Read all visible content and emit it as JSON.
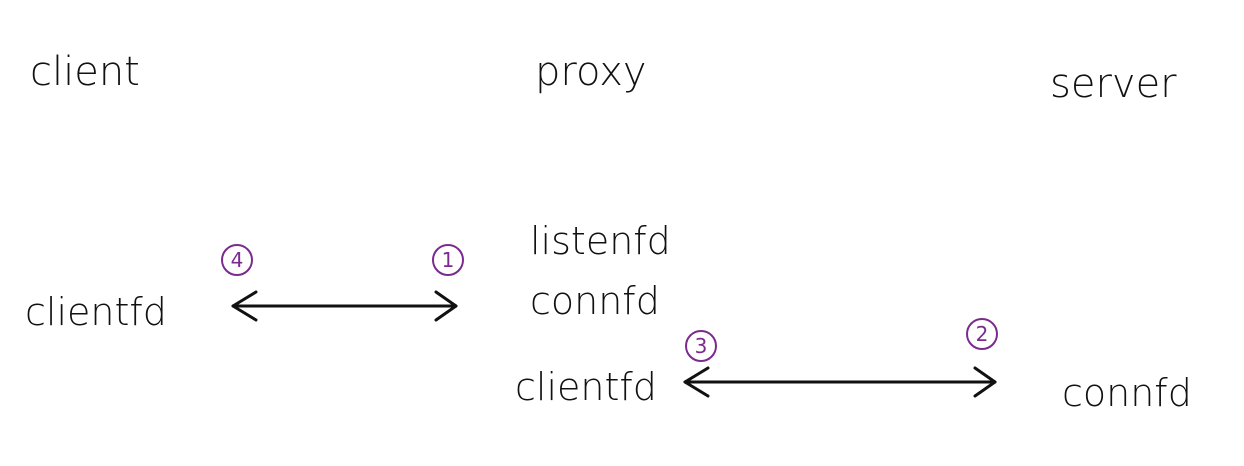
{
  "columns": {
    "client": "client",
    "proxy": "proxy",
    "server": "server"
  },
  "client_side": {
    "clientfd": "clientfd"
  },
  "proxy_side": {
    "listenfd": "listenfd",
    "connfd": "connfd",
    "clientfd": "clientfd"
  },
  "server_side": {
    "connfd": "connfd"
  },
  "markers": {
    "one": "1",
    "two": "2",
    "three": "3",
    "four": "4"
  },
  "colors": {
    "ink": "#111111",
    "marker": "#7b2a8f"
  }
}
